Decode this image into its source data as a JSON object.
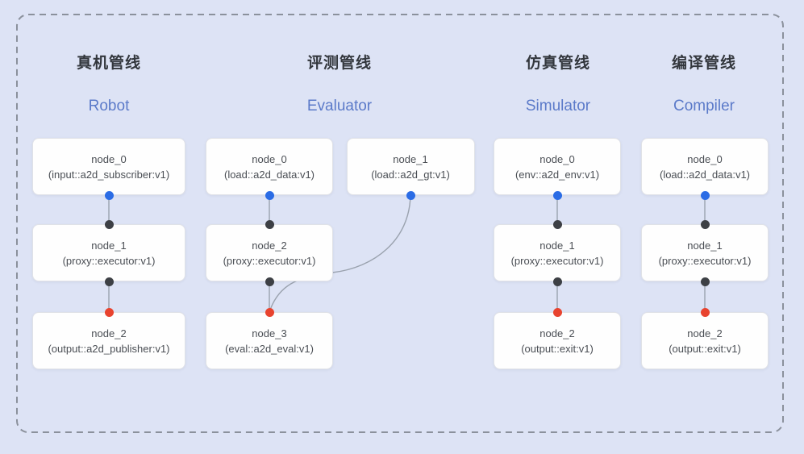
{
  "diagram": {
    "background": "#dde3f5",
    "colors": {
      "port_blue": "#2b6ce5",
      "port_dark": "#3d4045",
      "port_red": "#e8432f",
      "edge": "#9aa2ae",
      "frame_dash": "#8b919c",
      "title_zh": "#33373d",
      "title_en": "#5b7ac9",
      "node_text": "#4a4e54",
      "node_bg": "#fefefe",
      "node_border": "#e0e2e7"
    },
    "pipelines": [
      {
        "id": "robot",
        "title_zh": "真机管线",
        "title_en": "Robot",
        "nodes": [
          {
            "id": "node_0",
            "label": "(input::a2d_subscriber:v1)",
            "col": "robot",
            "row": 0,
            "ports": {
              "bottom": "blue"
            }
          },
          {
            "id": "node_1",
            "label": "(proxy::executor:v1)",
            "col": "robot",
            "row": 1,
            "ports": {
              "top": "dark",
              "bottom": "dark"
            }
          },
          {
            "id": "node_2",
            "label": "(output::a2d_publisher:v1)",
            "col": "robot",
            "row": 2,
            "ports": {
              "top": "red"
            }
          }
        ],
        "edges": [
          {
            "from": "node_0.bottom",
            "to": "node_1.top",
            "style": "straight"
          },
          {
            "from": "node_1.bottom",
            "to": "node_2.top",
            "style": "straight"
          }
        ]
      },
      {
        "id": "evaluator",
        "title_zh": "评测管线",
        "title_en": "Evaluator",
        "nodes": [
          {
            "id": "node_0",
            "label": "(load::a2d_data:v1)",
            "col": "evalA",
            "row": 0,
            "ports": {
              "bottom": "blue"
            }
          },
          {
            "id": "node_1",
            "label": "(load::a2d_gt:v1)",
            "col": "evalB",
            "row": 0,
            "ports": {
              "bottom": "blue"
            }
          },
          {
            "id": "node_2",
            "label": "(proxy::executor:v1)",
            "col": "evalA",
            "row": 1,
            "ports": {
              "top": "dark",
              "bottom": "dark"
            }
          },
          {
            "id": "node_3",
            "label": "(eval::a2d_eval:v1)",
            "col": "evalA",
            "row": 2,
            "ports": {
              "top": "red"
            }
          }
        ],
        "edges": [
          {
            "from": "node_0.bottom",
            "to": "node_2.top",
            "style": "straight"
          },
          {
            "from": "node_2.bottom",
            "to": "node_3.top",
            "style": "straight"
          },
          {
            "from": "node_1.bottom",
            "to": "node_3.top",
            "style": "curve"
          }
        ]
      },
      {
        "id": "simulator",
        "title_zh": "仿真管线",
        "title_en": "Simulator",
        "nodes": [
          {
            "id": "node_0",
            "label": "(env::a2d_env:v1)",
            "col": "sim",
            "row": 0,
            "ports": {
              "bottom": "blue"
            }
          },
          {
            "id": "node_1",
            "label": "(proxy::executor:v1)",
            "col": "sim",
            "row": 1,
            "ports": {
              "top": "dark",
              "bottom": "dark"
            }
          },
          {
            "id": "node_2",
            "label": "(output::exit:v1)",
            "col": "sim",
            "row": 2,
            "ports": {
              "top": "red"
            }
          }
        ],
        "edges": [
          {
            "from": "node_0.bottom",
            "to": "node_1.top",
            "style": "straight"
          },
          {
            "from": "node_1.bottom",
            "to": "node_2.top",
            "style": "straight"
          }
        ]
      },
      {
        "id": "compiler",
        "title_zh": "编译管线",
        "title_en": "Compiler",
        "nodes": [
          {
            "id": "node_0",
            "label": "(load::a2d_data:v1)",
            "col": "comp",
            "row": 0,
            "ports": {
              "bottom": "blue"
            }
          },
          {
            "id": "node_1",
            "label": "(proxy::executor:v1)",
            "col": "comp",
            "row": 1,
            "ports": {
              "top": "dark",
              "bottom": "dark"
            }
          },
          {
            "id": "node_2",
            "label": "(output::exit:v1)",
            "col": "comp",
            "row": 2,
            "ports": {
              "top": "red"
            }
          }
        ],
        "edges": [
          {
            "from": "node_0.bottom",
            "to": "node_1.top",
            "style": "straight"
          },
          {
            "from": "node_1.bottom",
            "to": "node_2.top",
            "style": "straight"
          }
        ]
      }
    ]
  }
}
